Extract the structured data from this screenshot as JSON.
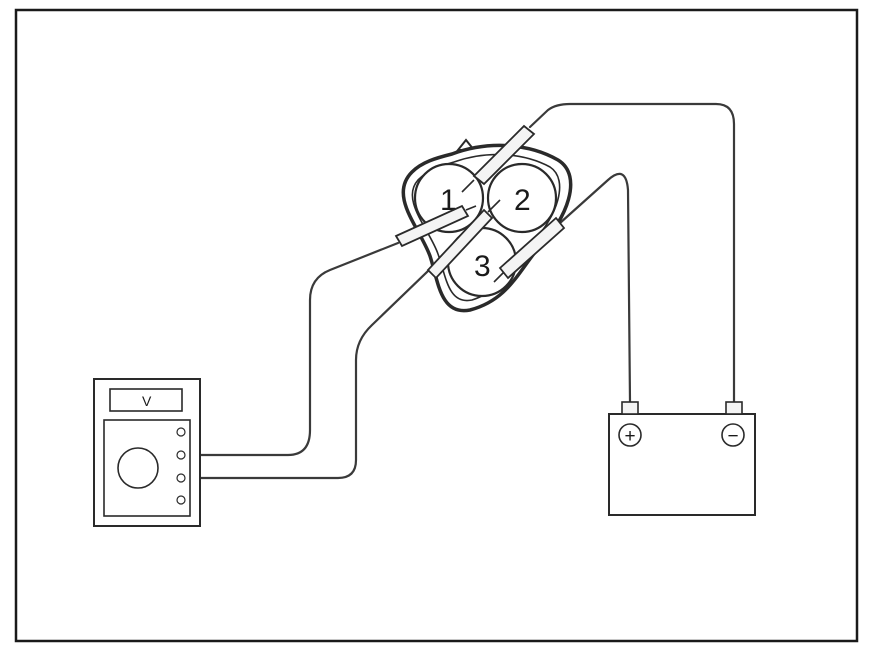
{
  "diagram": {
    "connector": {
      "pins": [
        {
          "label": "1"
        },
        {
          "label": "2"
        },
        {
          "label": "3"
        }
      ]
    },
    "voltmeter": {
      "display_label": "V"
    },
    "battery": {
      "positive_symbol": "+",
      "negative_symbol": "−"
    },
    "colors": {
      "line": "#2a2a2a",
      "wire": "#3a3a3a",
      "background": "#ffffff",
      "fill_light": "#f4f4f4"
    }
  }
}
